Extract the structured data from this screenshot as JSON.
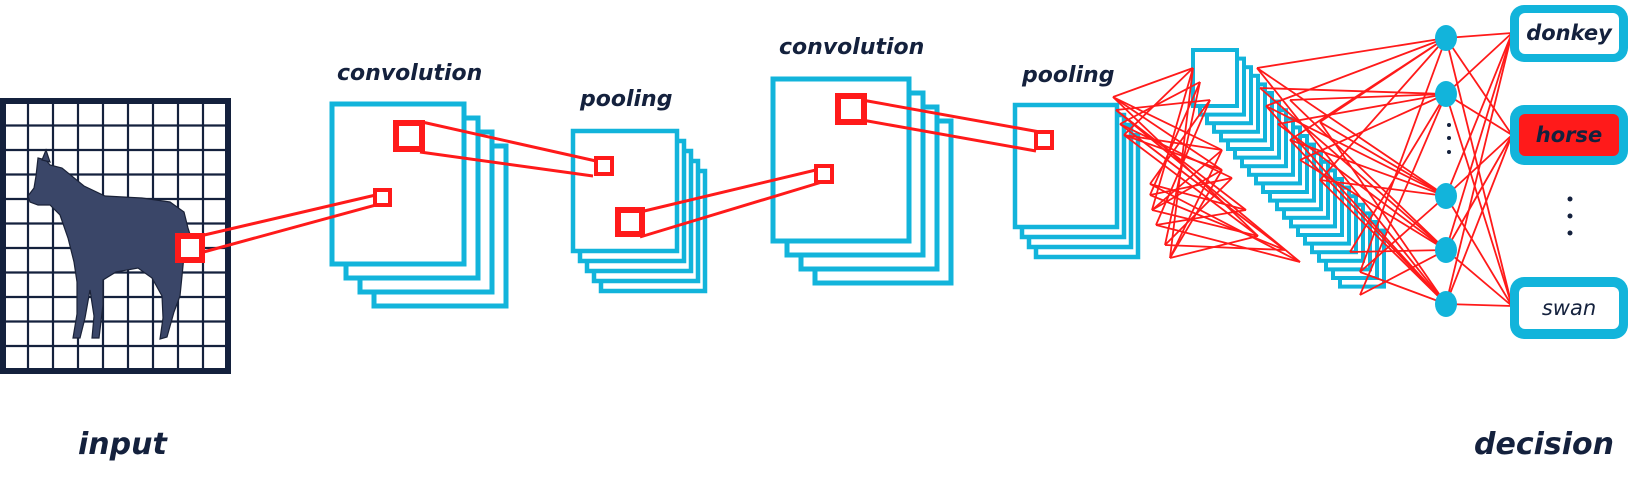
{
  "labels": {
    "input": "input",
    "decision": "decision",
    "conv1": "convolution",
    "pool1": "pooling",
    "conv2": "convolution",
    "pool2": "pooling"
  },
  "classes": [
    {
      "label": "donkey",
      "selected": false
    },
    {
      "label": "horse",
      "selected": true
    },
    {
      "label": "swan",
      "selected": false
    }
  ],
  "colors": {
    "feature_map": "#12b4db",
    "connection": "#ff1a1a",
    "grid": "#14213d",
    "label_text": "#14213d",
    "selected_fill": "#ff1a1a",
    "neuron": "#12b4db"
  },
  "icons": {
    "input_image": "horse-icon",
    "ellipsis": "vertical-ellipsis-icon"
  }
}
